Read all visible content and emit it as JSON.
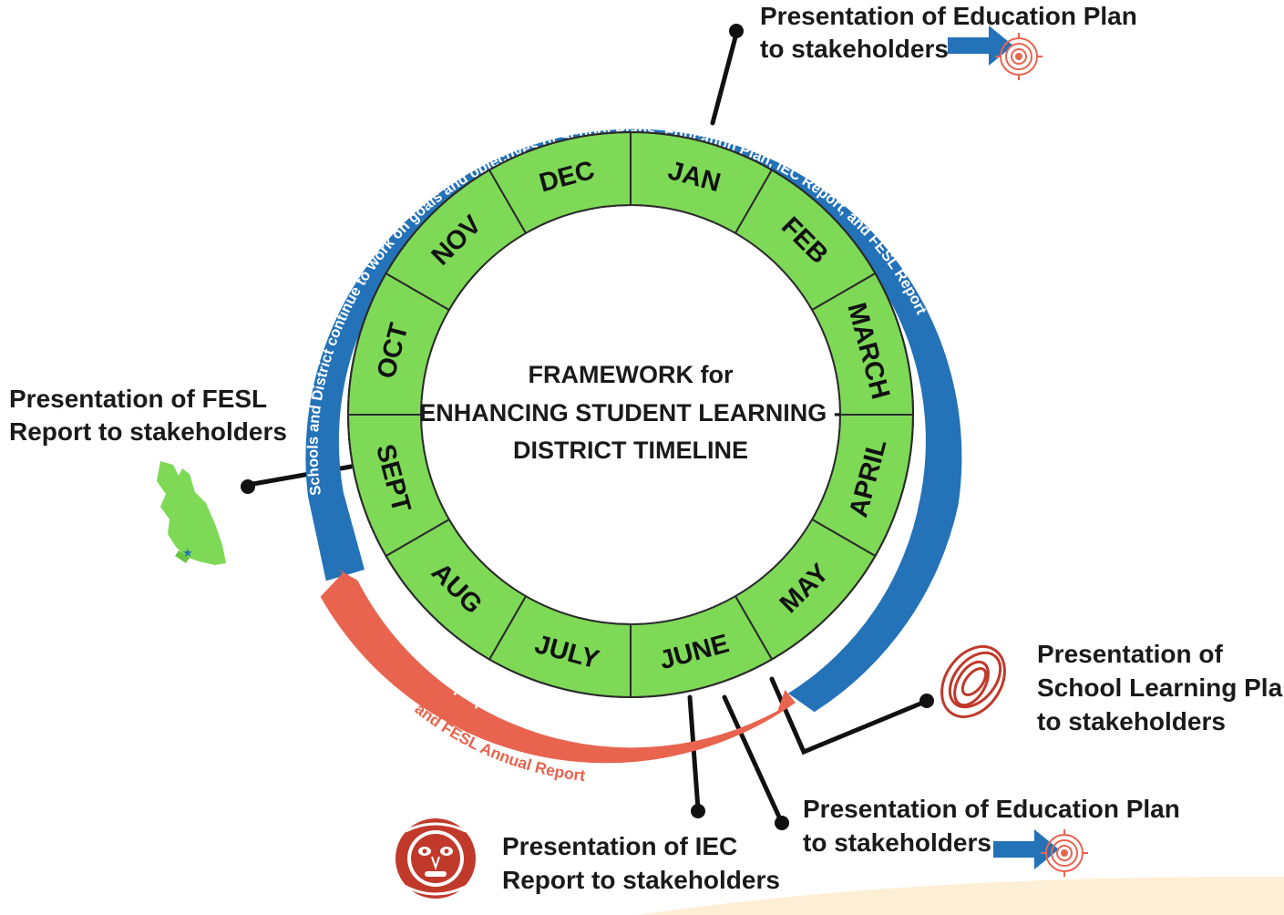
{
  "center": {
    "line1": "FRAMEWORK for",
    "line2": "ENHANCING STUDENT LEARNING -",
    "line3": "DISTRICT TIMELINE"
  },
  "months": [
    "JAN",
    "FEB",
    "MARCH",
    "APRIL",
    "MAY",
    "JUNE",
    "JULY",
    "AUG",
    "SEPT",
    "OCT",
    "NOV",
    "DEC"
  ],
  "blue_arc_text": "Schools and District continue to work on goals and objectives of School Plans, Education Plan, IEC Report, and FESL Report",
  "red_arc_text": "District review and preparation of Education Plan",
  "red_sub_text": "and FESL Annual Report",
  "callouts": {
    "edu_plan_top": {
      "line1": "Presentation of Education Plan",
      "line2": "to stakeholders"
    },
    "fesl": {
      "line1": "Presentation of FESL",
      "line2": "Report to stakeholders"
    },
    "school_plans": {
      "line1": "Presentation of",
      "line2": "School Learning Plans",
      "line3": "to stakeholders"
    },
    "edu_plan_bottom": {
      "line1": "Presentation of Education Plan",
      "line2": "to stakeholders"
    },
    "iec": {
      "line1": "Presentation of IEC",
      "line2": "Report to stakeholders"
    }
  },
  "colors": {
    "green": "#7ed957",
    "blue": "#2472b8",
    "red": "#e8644f",
    "dark_red": "#c0392b"
  },
  "icons": {
    "target": "target-icon",
    "arrow": "arrow-right-icon",
    "bc_map": "bc-map-icon",
    "spiral": "spiral-icon",
    "mask": "indigenous-mask-icon"
  }
}
